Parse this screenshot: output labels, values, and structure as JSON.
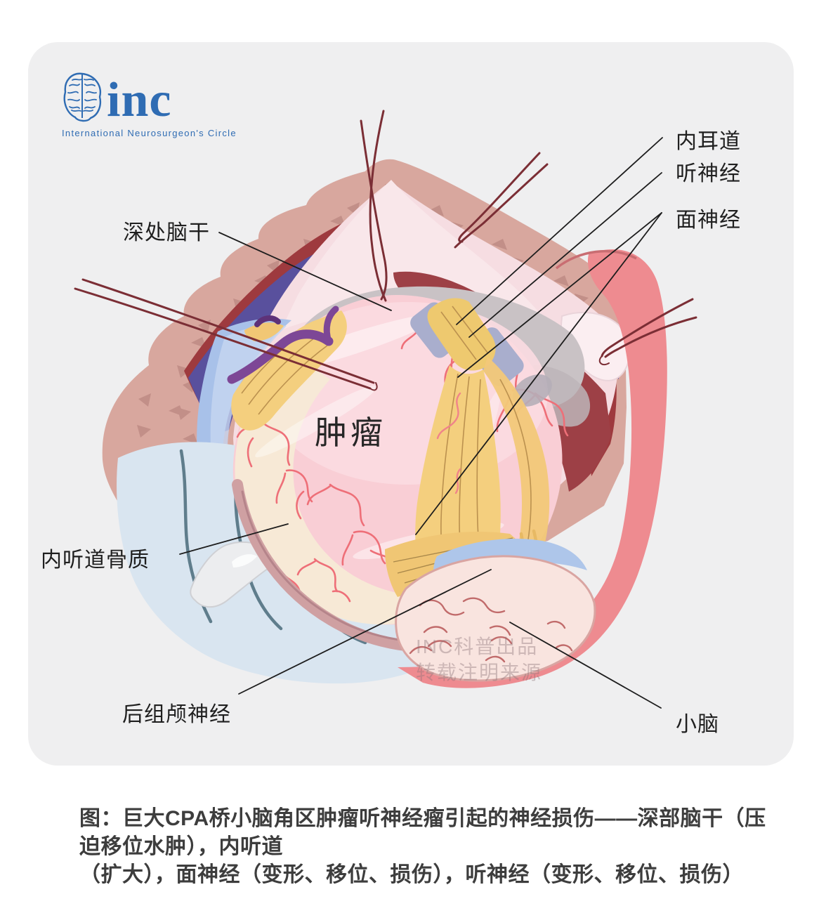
{
  "logo": {
    "word": "inc",
    "tagline": "International  Neurosurgeon's  Circle",
    "brand_color": "#2f6cb3"
  },
  "diagram": {
    "labels": {
      "deep_brainstem": "深处脑干",
      "internal_auditory_canal": "内耳道",
      "auditory_nerve": "听神经",
      "facial_nerve": "面神经",
      "tumor": "肿瘤",
      "iac_bone": "内听道骨质",
      "lower_cranial_nerves": "后组颅神经",
      "cerebellum": "小脑"
    },
    "watermark": {
      "line1": "INC科普出品",
      "line2": "转载注明来源"
    },
    "colors": {
      "panel_bg": "#efeff0",
      "dura_flap": "#d8a79e",
      "flap_texture": "#c28f88",
      "deep_red": "#9d4046",
      "indigo_sinus": "#59509d",
      "membrane_pink": "#f8e3e7",
      "brainstem_gray": "#c9c2c5",
      "csf_blue": "#a8c1e9",
      "tumor_pink": "#f9ced5",
      "tumor_cream": "#f7ead6",
      "vessel_red": "#ee6f78",
      "nerve_yellow": "#f4cf7e",
      "iac_lavender": "#a9aecd",
      "drape_blue": "#d9e5f0",
      "retractor_salmon": "#ee8b90",
      "cerebellum_pink": "#f9e4df",
      "suture_maroon": "#7b2e35"
    }
  },
  "caption": {
    "line1": "图：巨大CPA桥小脑角区肿瘤听神经瘤引起的神经损伤——深部脑干（压迫移位水肿），内听道",
    "line2": "（扩大），面神经（变形、移位、损伤），听神经（变形、移位、损伤）"
  }
}
